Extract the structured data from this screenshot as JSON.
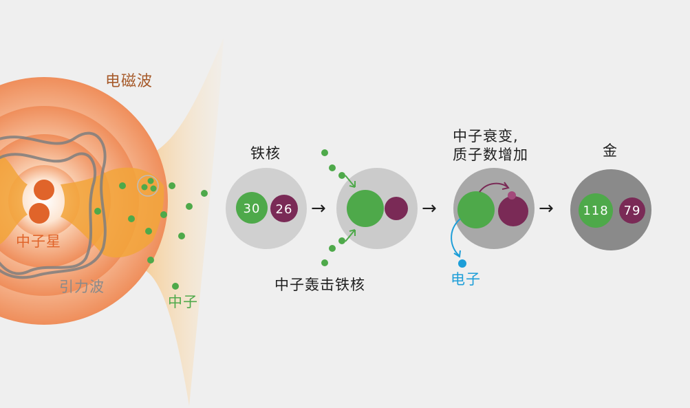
{
  "colors": {
    "background": "#efefef",
    "orange": "#ea6a2e",
    "neutron_green": "#4ea94a",
    "proton_purple": "#7a2a56",
    "electron_blue": "#1d9ed8",
    "label_brown": "#a65a2a",
    "label_grey": "#8a8a8a",
    "text_dark": "#1f1f1f"
  },
  "labels": {
    "em_wave": "电磁波",
    "neutron_star": "中子星",
    "grav_wave": "引力波",
    "neutron": "中子",
    "iron_nucleus": "铁核",
    "bombard": "中子轰击铁核",
    "decay_line1": "中子衰变,",
    "decay_line2": "质子数增加",
    "gold": "金",
    "electron": "电子"
  },
  "iron": {
    "neutrons": "30",
    "protons": "26"
  },
  "gold_nucleus": {
    "neutrons": "118",
    "protons": "79"
  },
  "arrow_glyph": "→"
}
